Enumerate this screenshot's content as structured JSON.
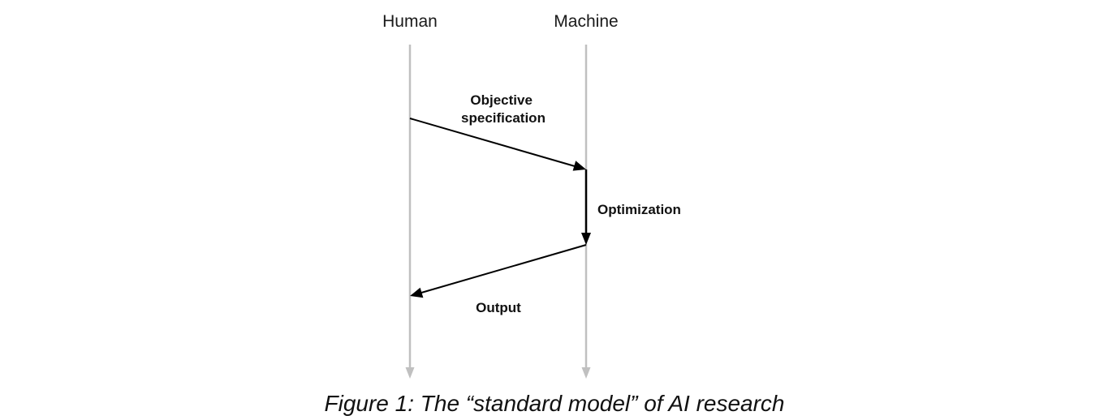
{
  "lanes": {
    "human": "Human",
    "machine": "Machine"
  },
  "messages": {
    "objective": {
      "line1": "Objective",
      "line2": "specification"
    },
    "optimization": "Optimization",
    "output": "Output"
  },
  "caption": "Figure 1: The “standard model” of AI research",
  "colors": {
    "lifeline": "#c0c0c0",
    "arrow": "#000000",
    "text": "#111111"
  }
}
